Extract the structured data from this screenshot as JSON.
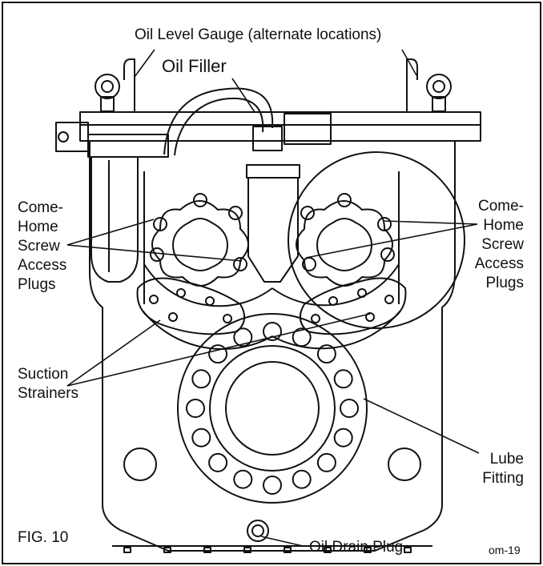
{
  "labels": {
    "oil_level_gauge": "Oil Level Gauge (alternate locations)",
    "oil_filler": "Oil Filler",
    "come_home_left": [
      "Come-",
      "Home",
      "Screw",
      "Access",
      "Plugs"
    ],
    "come_home_right": [
      "Come-",
      "Home",
      "Screw",
      "Access",
      "Plugs"
    ],
    "suction_strainers": [
      "Suction",
      "Strainers"
    ],
    "lube_fitting": [
      "Lube",
      "Fitting"
    ],
    "oil_drain_plug": "Oil Drain Plug",
    "figure": "FIG. 10",
    "code": "om-19"
  }
}
